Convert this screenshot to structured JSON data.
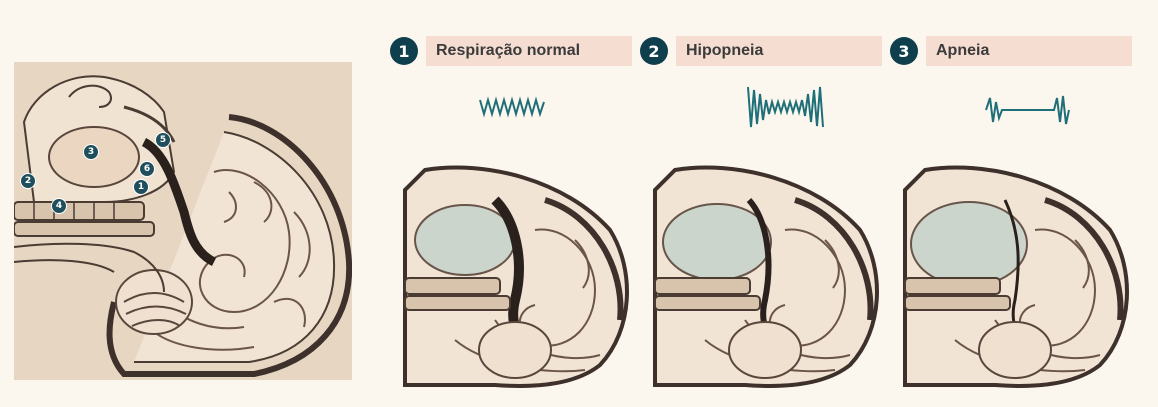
{
  "anatomy_markers": [
    "1",
    "2",
    "3",
    "4",
    "5",
    "6"
  ],
  "stages": [
    {
      "number": "1",
      "label": "Respiração normal"
    },
    {
      "number": "2",
      "label": "Hipopneia"
    },
    {
      "number": "3",
      "label": "Apneia"
    }
  ],
  "colors": {
    "accent_teal": "#0f3f4d",
    "label_background": "#f6ddd2",
    "wave_color": "#1f6f78",
    "tissue": "#ead8c4",
    "outline": "#4a3b33"
  }
}
